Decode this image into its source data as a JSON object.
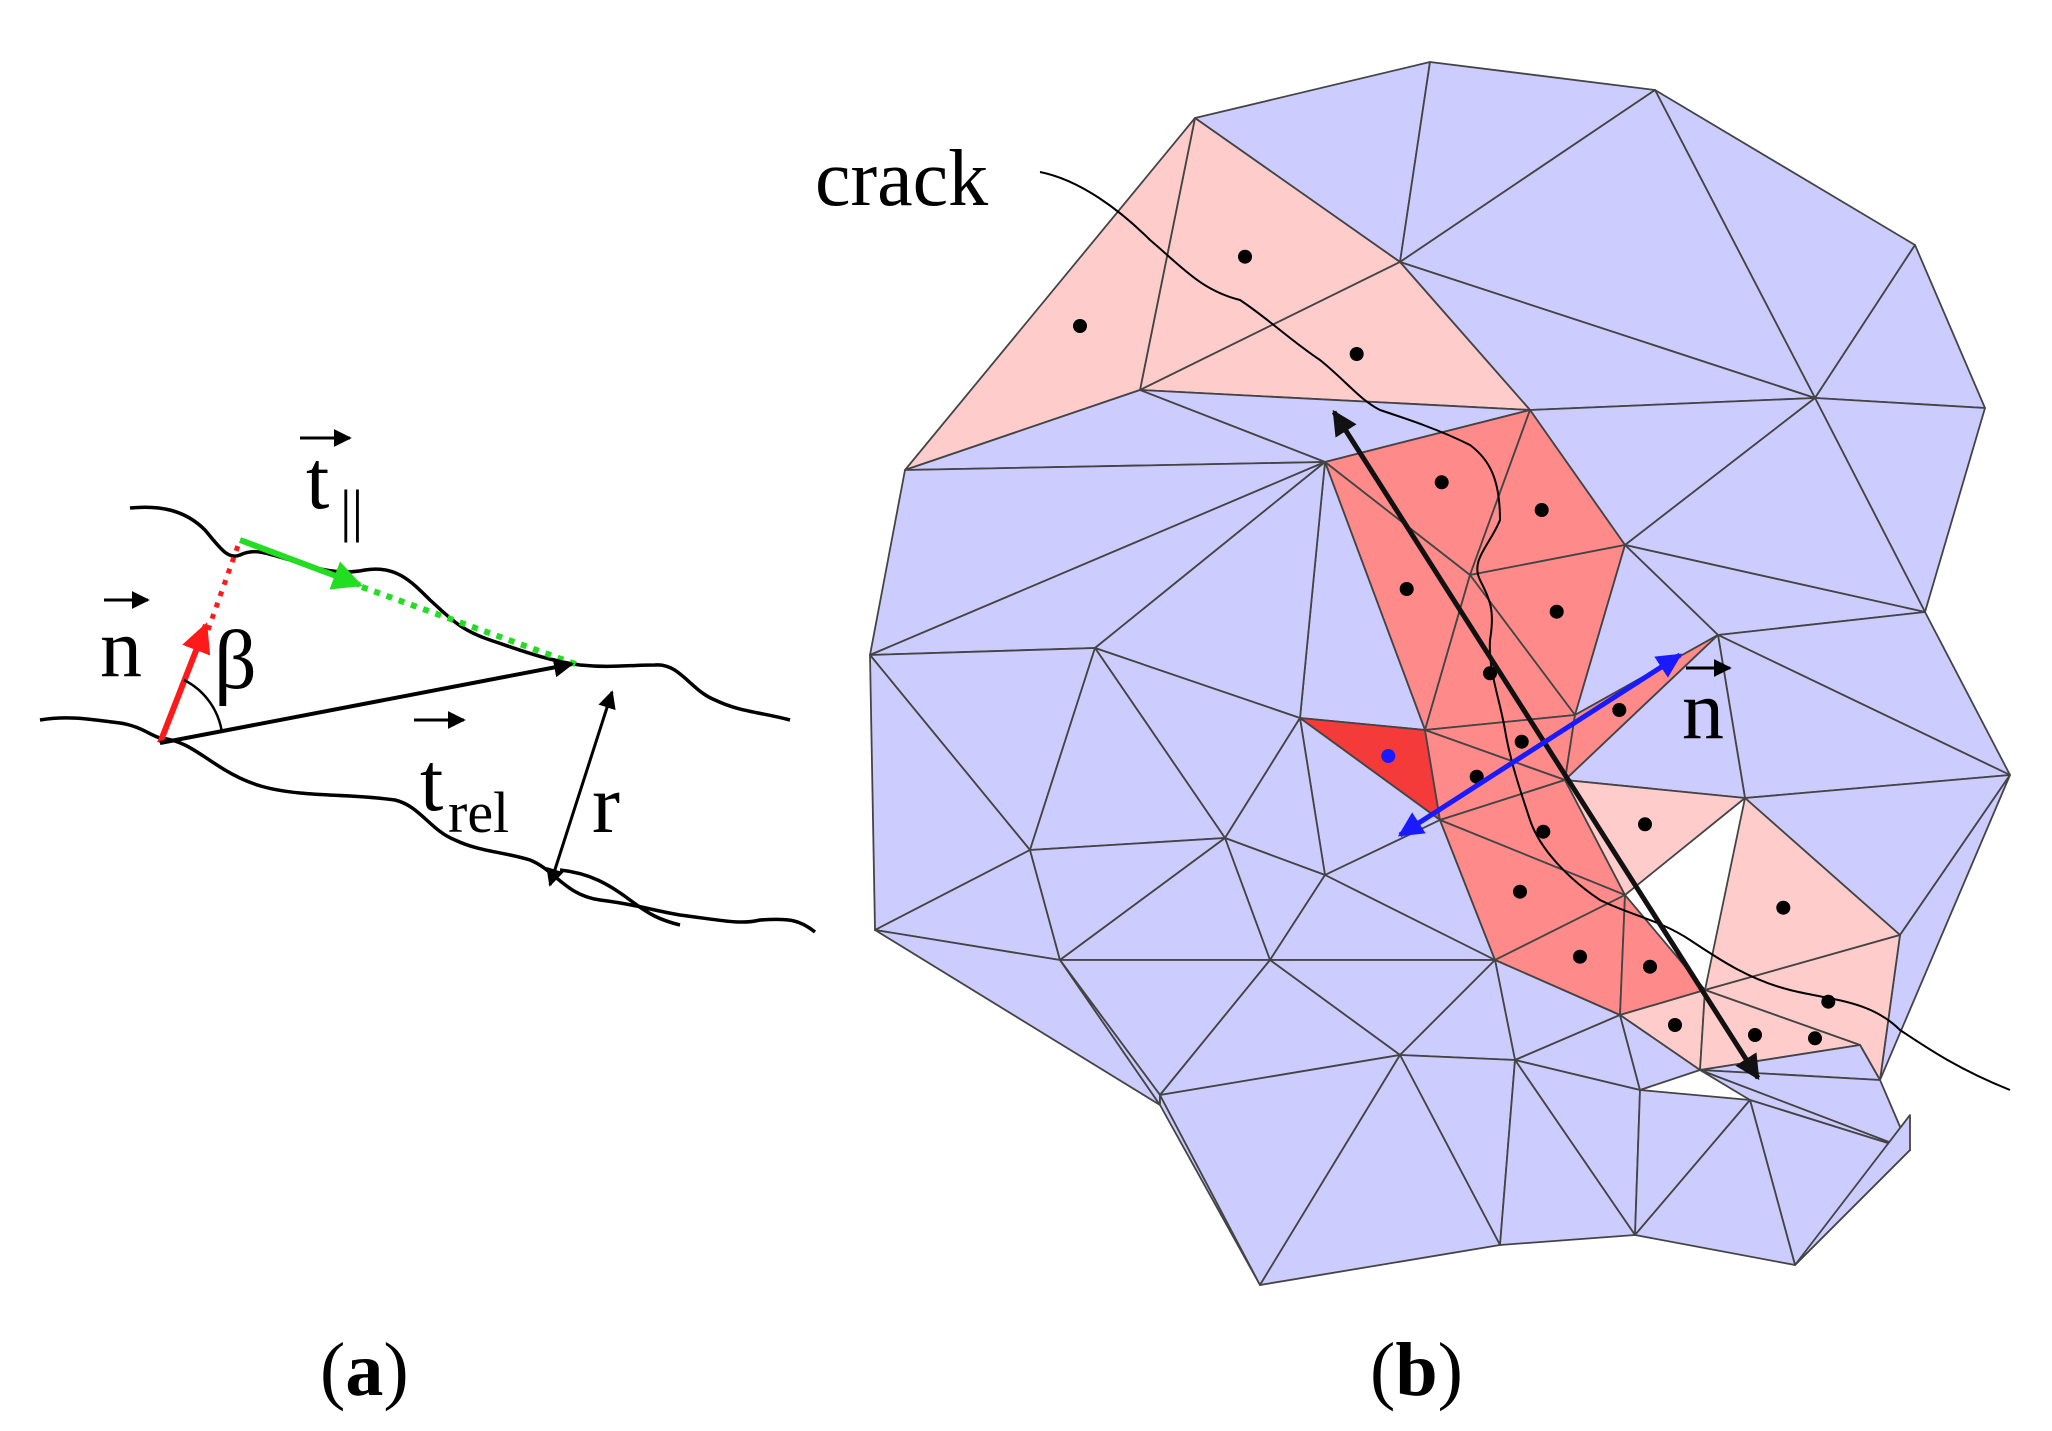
{
  "panel_a": {
    "caption_open": "(",
    "caption_letter": "a",
    "caption_close": ")",
    "normal_label": "n",
    "angle_label": "β",
    "tangent_parallel_label": "t",
    "tangent_parallel_subscript": "||",
    "tangent_rel_label": "t",
    "tangent_rel_subscript": "rel",
    "distance_label": "r",
    "colors": {
      "normal": "#ff1a1a",
      "tangent_parallel": "#22dd22",
      "tangent_rel": "#000000"
    }
  },
  "panel_b": {
    "caption_open": "(",
    "caption_letter": "b",
    "caption_close": ")",
    "crack_label": "crack",
    "normal_label": "n",
    "colors": {
      "mesh_fill": "#ccccff",
      "highlight_light": "#ffcccc",
      "highlight_medium": "#ff8a8a",
      "highlight_dark": "#f53a3a",
      "normal_arrow": "#1a1aff",
      "tangent_arrow": "#111111"
    }
  }
}
